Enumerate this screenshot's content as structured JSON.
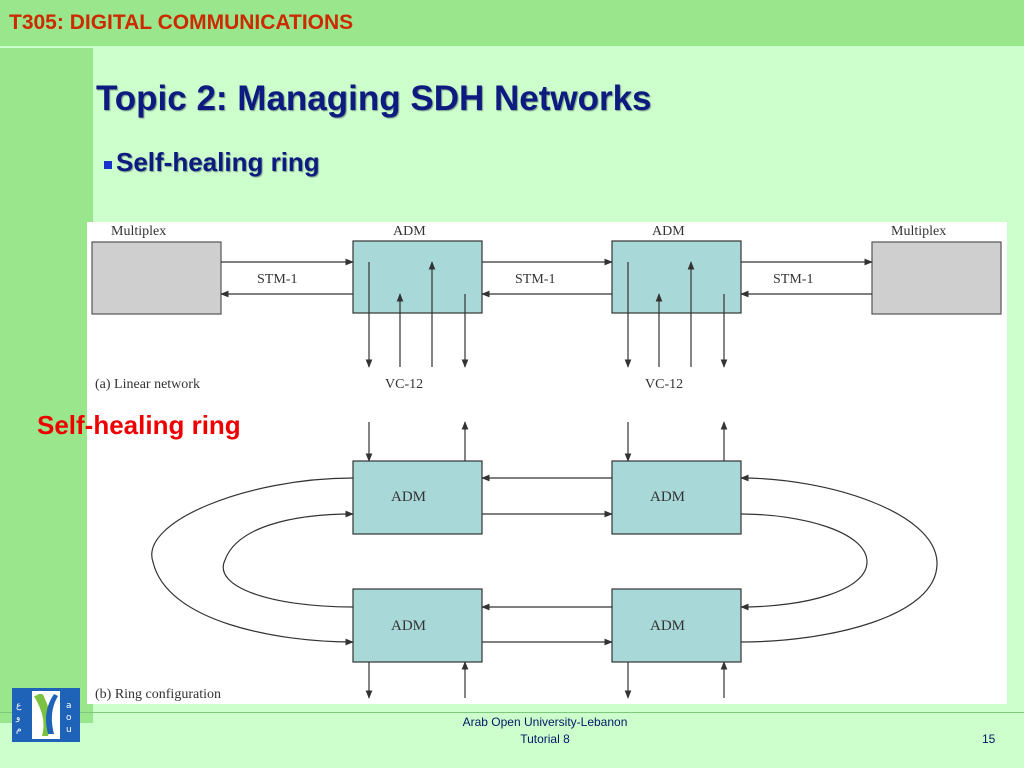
{
  "header": {
    "course": "T305: DIGITAL COMMUNICATIONS"
  },
  "slide": {
    "title": "Topic 2: Managing SDH Networks",
    "bullet": "Self-healing ring",
    "callout": "Self-healing ring"
  },
  "figure": {
    "linear": {
      "caption": "(a)  Linear network",
      "multiplex_left": "Multiplex",
      "multiplex_right": "Multiplex",
      "adm_left": "ADM",
      "adm_right": "ADM",
      "stm_left": "STM-1",
      "stm_mid": "STM-1",
      "stm_right": "STM-1",
      "vc_left": "VC-12",
      "vc_right": "VC-12"
    },
    "ring": {
      "caption": "(b)  Ring configuration",
      "adm_top_left": "ADM",
      "adm_top_right": "ADM",
      "adm_bottom_left": "ADM",
      "adm_bottom_right": "ADM"
    }
  },
  "footer": {
    "org": "Arab Open University-Lebanon",
    "tutorial": "Tutorial 8",
    "page": "15"
  }
}
